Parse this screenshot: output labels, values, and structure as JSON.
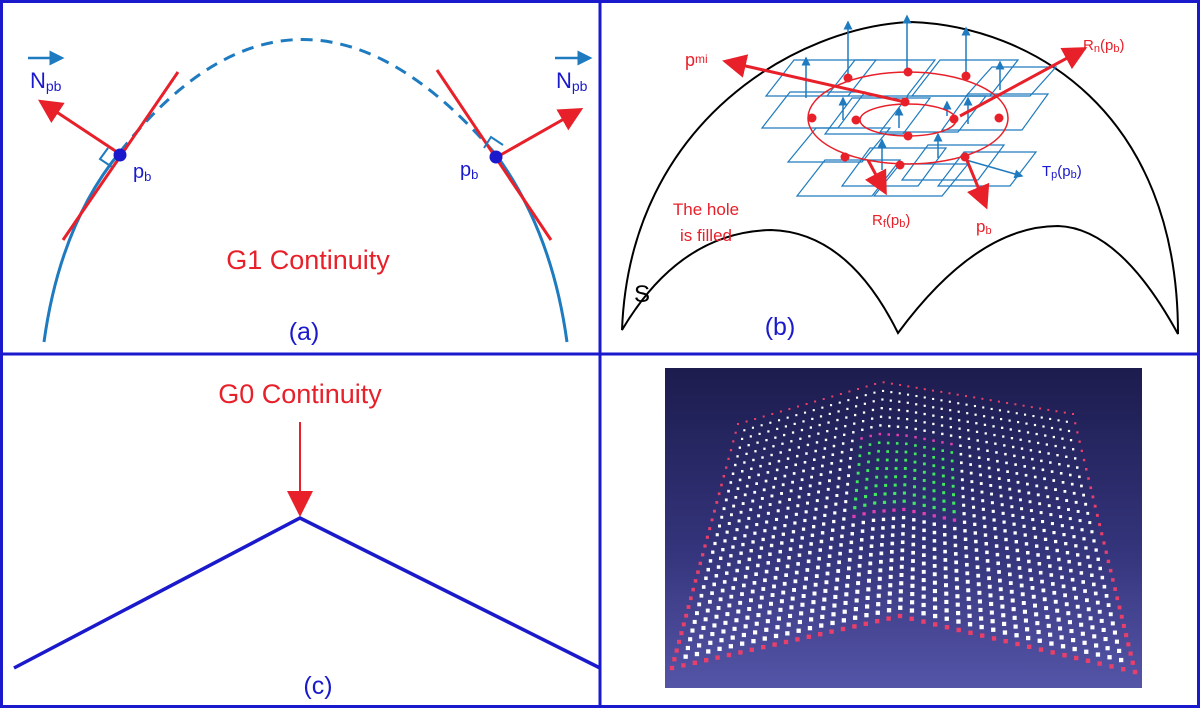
{
  "colors": {
    "frame": "#1a1acc",
    "red": "#e8202a",
    "blue_text": "#1a1acc",
    "curve_blue": "#1f7bbf",
    "black": "#000000",
    "bg_dark": "#1c1c4e",
    "bg_light": "#5555a8",
    "point_white": "#ffffff",
    "point_magenta": "#e040b0",
    "point_pink": "#e8406a",
    "point_green": "#40e860"
  },
  "panel_a": {
    "caption": "(a)",
    "title": "G1 Continuity",
    "normal_left": {
      "letter": "N",
      "sub": "pb"
    },
    "normal_right": {
      "letter": "N",
      "sub": "pb"
    },
    "point_left": {
      "letter": "p",
      "sub": "b"
    },
    "point_right": {
      "letter": "p",
      "sub": "b"
    }
  },
  "panel_b": {
    "caption": "(b)",
    "surface_label": "S",
    "hole_text": [
      "The hole",
      "is filled"
    ],
    "labels": {
      "pmi": {
        "letter": "p",
        "sub": "mi"
      },
      "rn": {
        "letter": "R",
        "sub": "n",
        "rest": "(p",
        "sub2": "b",
        "end": ")"
      },
      "tp": {
        "letter": "T",
        "sub": "p",
        "rest": "(p",
        "sub2": "b",
        "end": ")"
      },
      "rf": {
        "letter": "R",
        "sub": "f",
        "rest": "(p",
        "sub2": "b",
        "end": ")"
      },
      "pb": {
        "letter": "p",
        "sub": "b"
      }
    }
  },
  "panel_c": {
    "caption": "(c)",
    "title": "G0 Continuity"
  }
}
